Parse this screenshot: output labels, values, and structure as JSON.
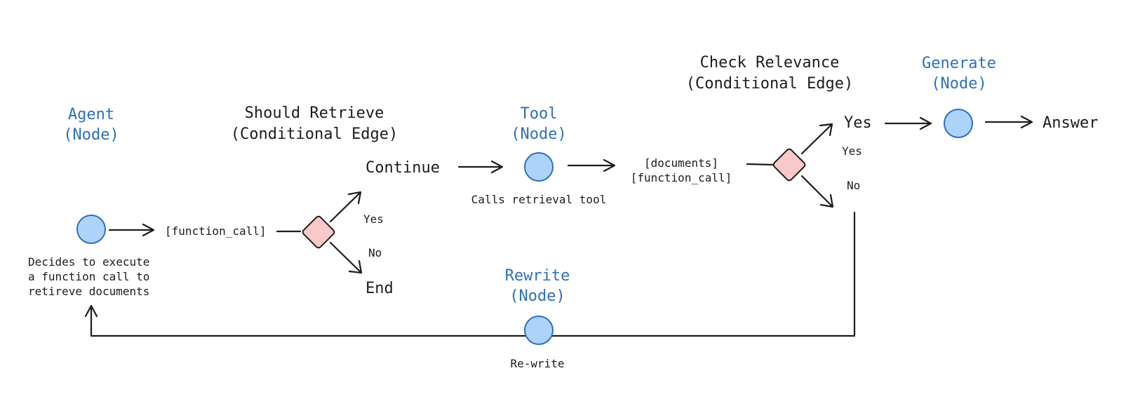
{
  "agent": {
    "title_line1": "Agent",
    "title_line2": "(Node)",
    "desc_line1": "Decides to execute",
    "desc_line2": "a function call to",
    "desc_line3": "retireve documents"
  },
  "agent_output": "[function_call]",
  "should_retrieve": {
    "title_line1": "Should Retrieve",
    "title_line2": "(Conditional Edge)",
    "yes_label": "Yes",
    "no_label": "No",
    "continue_label": "Continue",
    "end_label": "End"
  },
  "tool": {
    "title_line1": "Tool",
    "title_line2": "(Node)",
    "desc": "Calls retrieval tool"
  },
  "tool_output": {
    "line1": "[documents]",
    "line2": "[function_call]"
  },
  "check_relevance": {
    "title_line1": "Check Relevance",
    "title_line2": "(Conditional Edge)",
    "yes_big": "Yes",
    "yes_small": "Yes",
    "no_small": "No"
  },
  "generate": {
    "title_line1": "Generate",
    "title_line2": "(Node)"
  },
  "answer": "Answer",
  "rewrite": {
    "title_line1": "Rewrite",
    "title_line2": "(Node)",
    "desc": "Re-write"
  },
  "colors": {
    "node_title": "#2f6fb8",
    "node_fill": "#aed3fb",
    "node_stroke": "#2d6fc0",
    "diamond_fill": "#f8c9c9",
    "line": "#1c1c1c"
  }
}
